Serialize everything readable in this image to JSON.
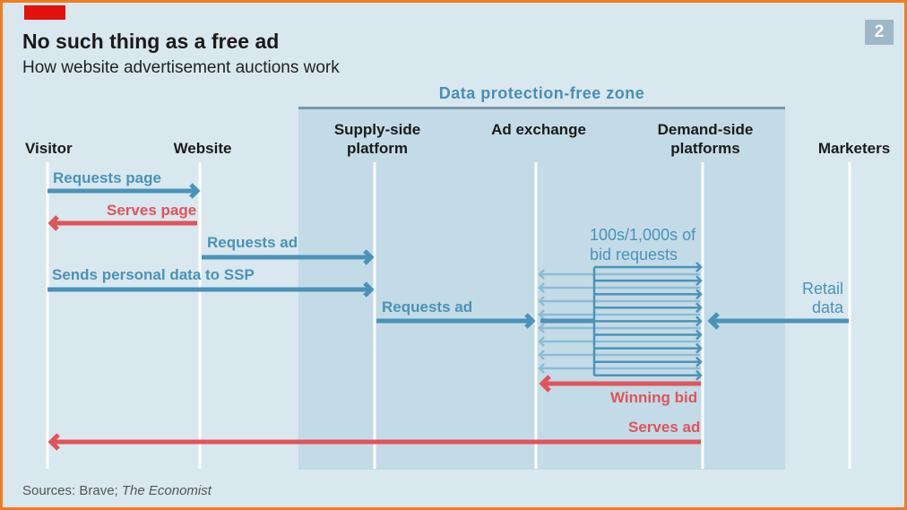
{
  "header": {
    "title": "No such thing as a free ad",
    "subtitle": "How website advertisement auctions work",
    "chart_number": "2"
  },
  "zone_label": "Data protection-free zone",
  "columns": [
    {
      "label": "Visitor"
    },
    {
      "label": "Website"
    },
    {
      "label": "Supply-side platform"
    },
    {
      "label": "Ad exchange"
    },
    {
      "label": "Demand-side platforms"
    },
    {
      "label": "Marketers"
    }
  ],
  "steps": {
    "requests_page": "Requests page",
    "serves_page": "Serves page",
    "requests_ad_1": "Requests ad",
    "sends_data": "Sends personal data to SSP",
    "requests_ad_2": "Requests ad",
    "bid_requests": "100s/1,000s of bid requests",
    "retail_data": "Retail data",
    "winning_bid": "Winning bid",
    "serves_ad": "Serves ad"
  },
  "colors": {
    "blue": "#4a93b8",
    "light_blue": "#8dbbd3",
    "red": "#e0545a",
    "border": "#f07c1e"
  },
  "source": {
    "prefix": "Sources: Brave; ",
    "italic": "The Economist"
  }
}
